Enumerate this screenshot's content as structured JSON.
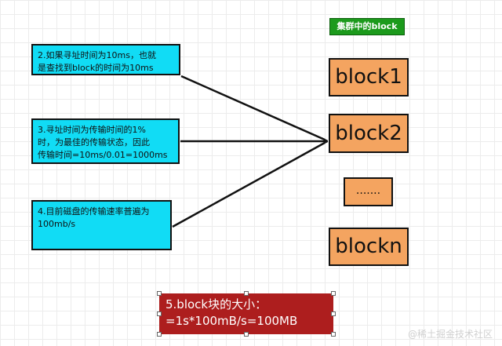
{
  "notes": [
    {
      "lines": [
        "2.如果寻址时间为10ms，也就",
        "是查找到block的时间为10ms"
      ]
    },
    {
      "lines": [
        "3.寻址时间为传输时间的1%",
        "时，为最佳的传输状态，因此",
        "传输时间=10ms/0.01=1000ms"
      ]
    },
    {
      "lines": [
        "4.目前磁盘的传输速率普遍为",
        "100mb/s"
      ]
    }
  ],
  "cluster": {
    "label": "集群中的block",
    "blocks": [
      "block1",
      "block2",
      ".......",
      "blockn"
    ]
  },
  "block_size": {
    "lines": [
      "5.block块的大小：",
      "=1s*100mB/s=100MB"
    ]
  },
  "watermark": "@稀土掘金技术社区",
  "colors": {
    "note_fill": "#11dcf5",
    "block_fill": "#f4a460",
    "cluster_label_fill": "#1c9a1c",
    "size_box_fill": "#ad1e1e",
    "arrow": "#111111"
  }
}
